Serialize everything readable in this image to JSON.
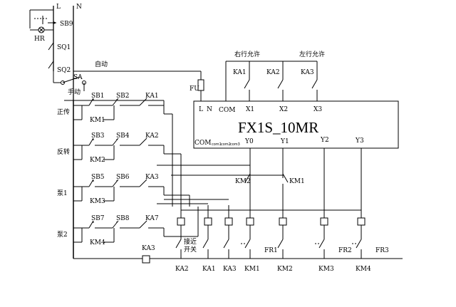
{
  "supply": {
    "line": "L",
    "neutral": "N"
  },
  "top_switches": {
    "sb9": "SB9",
    "lamp": "HR",
    "sq1": "SQ1",
    "sq2": "SQ2",
    "sa": "SA",
    "auto": "自动",
    "manual": "手动"
  },
  "rows": [
    {
      "name": "正传",
      "start": "SB1",
      "stop": "SB2",
      "coil": "KM1",
      "interlock": "KA1"
    },
    {
      "name": "反转",
      "start": "SB3",
      "stop": "SB4",
      "coil": "KM2",
      "interlock": "KA2"
    },
    {
      "name": "泵1",
      "start": "SB5",
      "stop": "SB6",
      "coil": "KM3",
      "interlock": "KA3"
    },
    {
      "name": "泵2",
      "start": "SB7",
      "stop": "SB8",
      "coil": "KM4",
      "interlock": "KA7"
    }
  ],
  "ka_coil": "KA3",
  "fuse": "FU",
  "plc": {
    "model": "FX1S_10MR",
    "supply_labels": {
      "l": "L",
      "n": "N"
    },
    "input_com": "COM",
    "output_com": "COM",
    "com_labels": [
      "com1",
      "com2",
      "com3"
    ],
    "inputs": [
      "X1",
      "X2",
      "X3"
    ],
    "outputs": [
      "Y0",
      "Y1",
      "Y2",
      "Y3"
    ]
  },
  "input_header": {
    "right": "右行允许",
    "left": "左行允许",
    "contacts": [
      "KA1",
      "KA2",
      "KA3"
    ]
  },
  "mid_labels": {
    "km2": "KM2",
    "km1": "KM1"
  },
  "proximity": "接近\n开关",
  "bottom_labels": [
    "KA2",
    "KA1",
    "KA3",
    "KM1",
    "KM2",
    "KM3",
    "KM4"
  ],
  "thermal": [
    "FR1",
    "FR2",
    "FR3"
  ]
}
